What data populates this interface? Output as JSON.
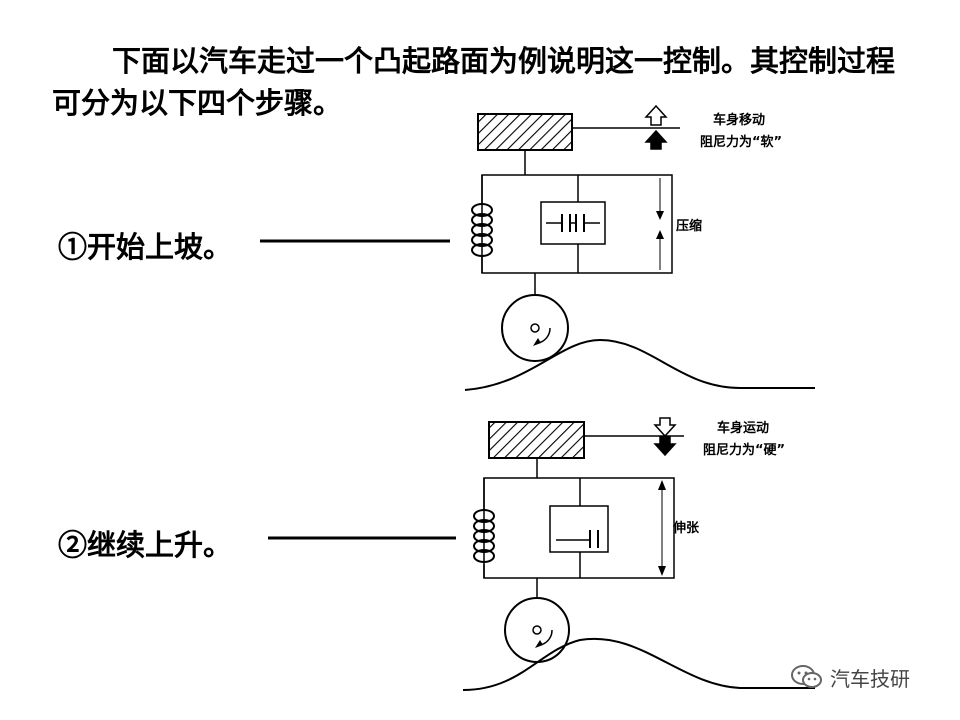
{
  "intro_text": "下面以汽车走过一个凸起路面为例说明这一控制。其控制过程可分为以下四个步骤。",
  "steps": [
    {
      "label": "①开始上坡。",
      "motion_text": "车身移动",
      "damping_text": "阻尼力为“软”",
      "stroke_text": "压缩"
    },
    {
      "label": "②继续上升。",
      "motion_text": "车身运动",
      "damping_text": "阻尼力为“硬”",
      "stroke_text": "伸张"
    }
  ],
  "watermark": {
    "text": "汽车技研",
    "icon": "wechat-icon"
  }
}
